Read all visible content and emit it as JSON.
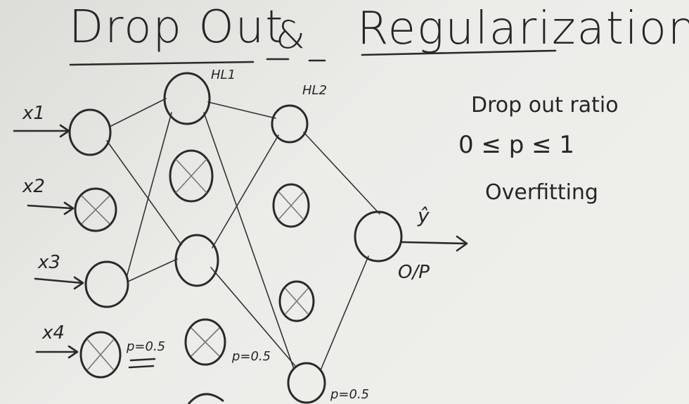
{
  "title": {
    "part1": "Drop Out",
    "amp": "&",
    "part2": "Regularization"
  },
  "layers": {
    "hidden1": "HL1",
    "hidden2": "HL2",
    "output": "O/P"
  },
  "inputs": [
    "x1",
    "x2",
    "x3",
    "x4"
  ],
  "output_symbol": "ŷ",
  "dropout_labels": {
    "input": "p=0.5",
    "hidden1": "p=0.5",
    "hidden2": "p=0.5"
  },
  "notes": {
    "line1": "Drop out ratio",
    "line2": "0 ≤ p ≤ 1",
    "line3": "Overfitting"
  },
  "colors": {
    "ink": "#2a2a2a",
    "board": "#ecece9"
  }
}
